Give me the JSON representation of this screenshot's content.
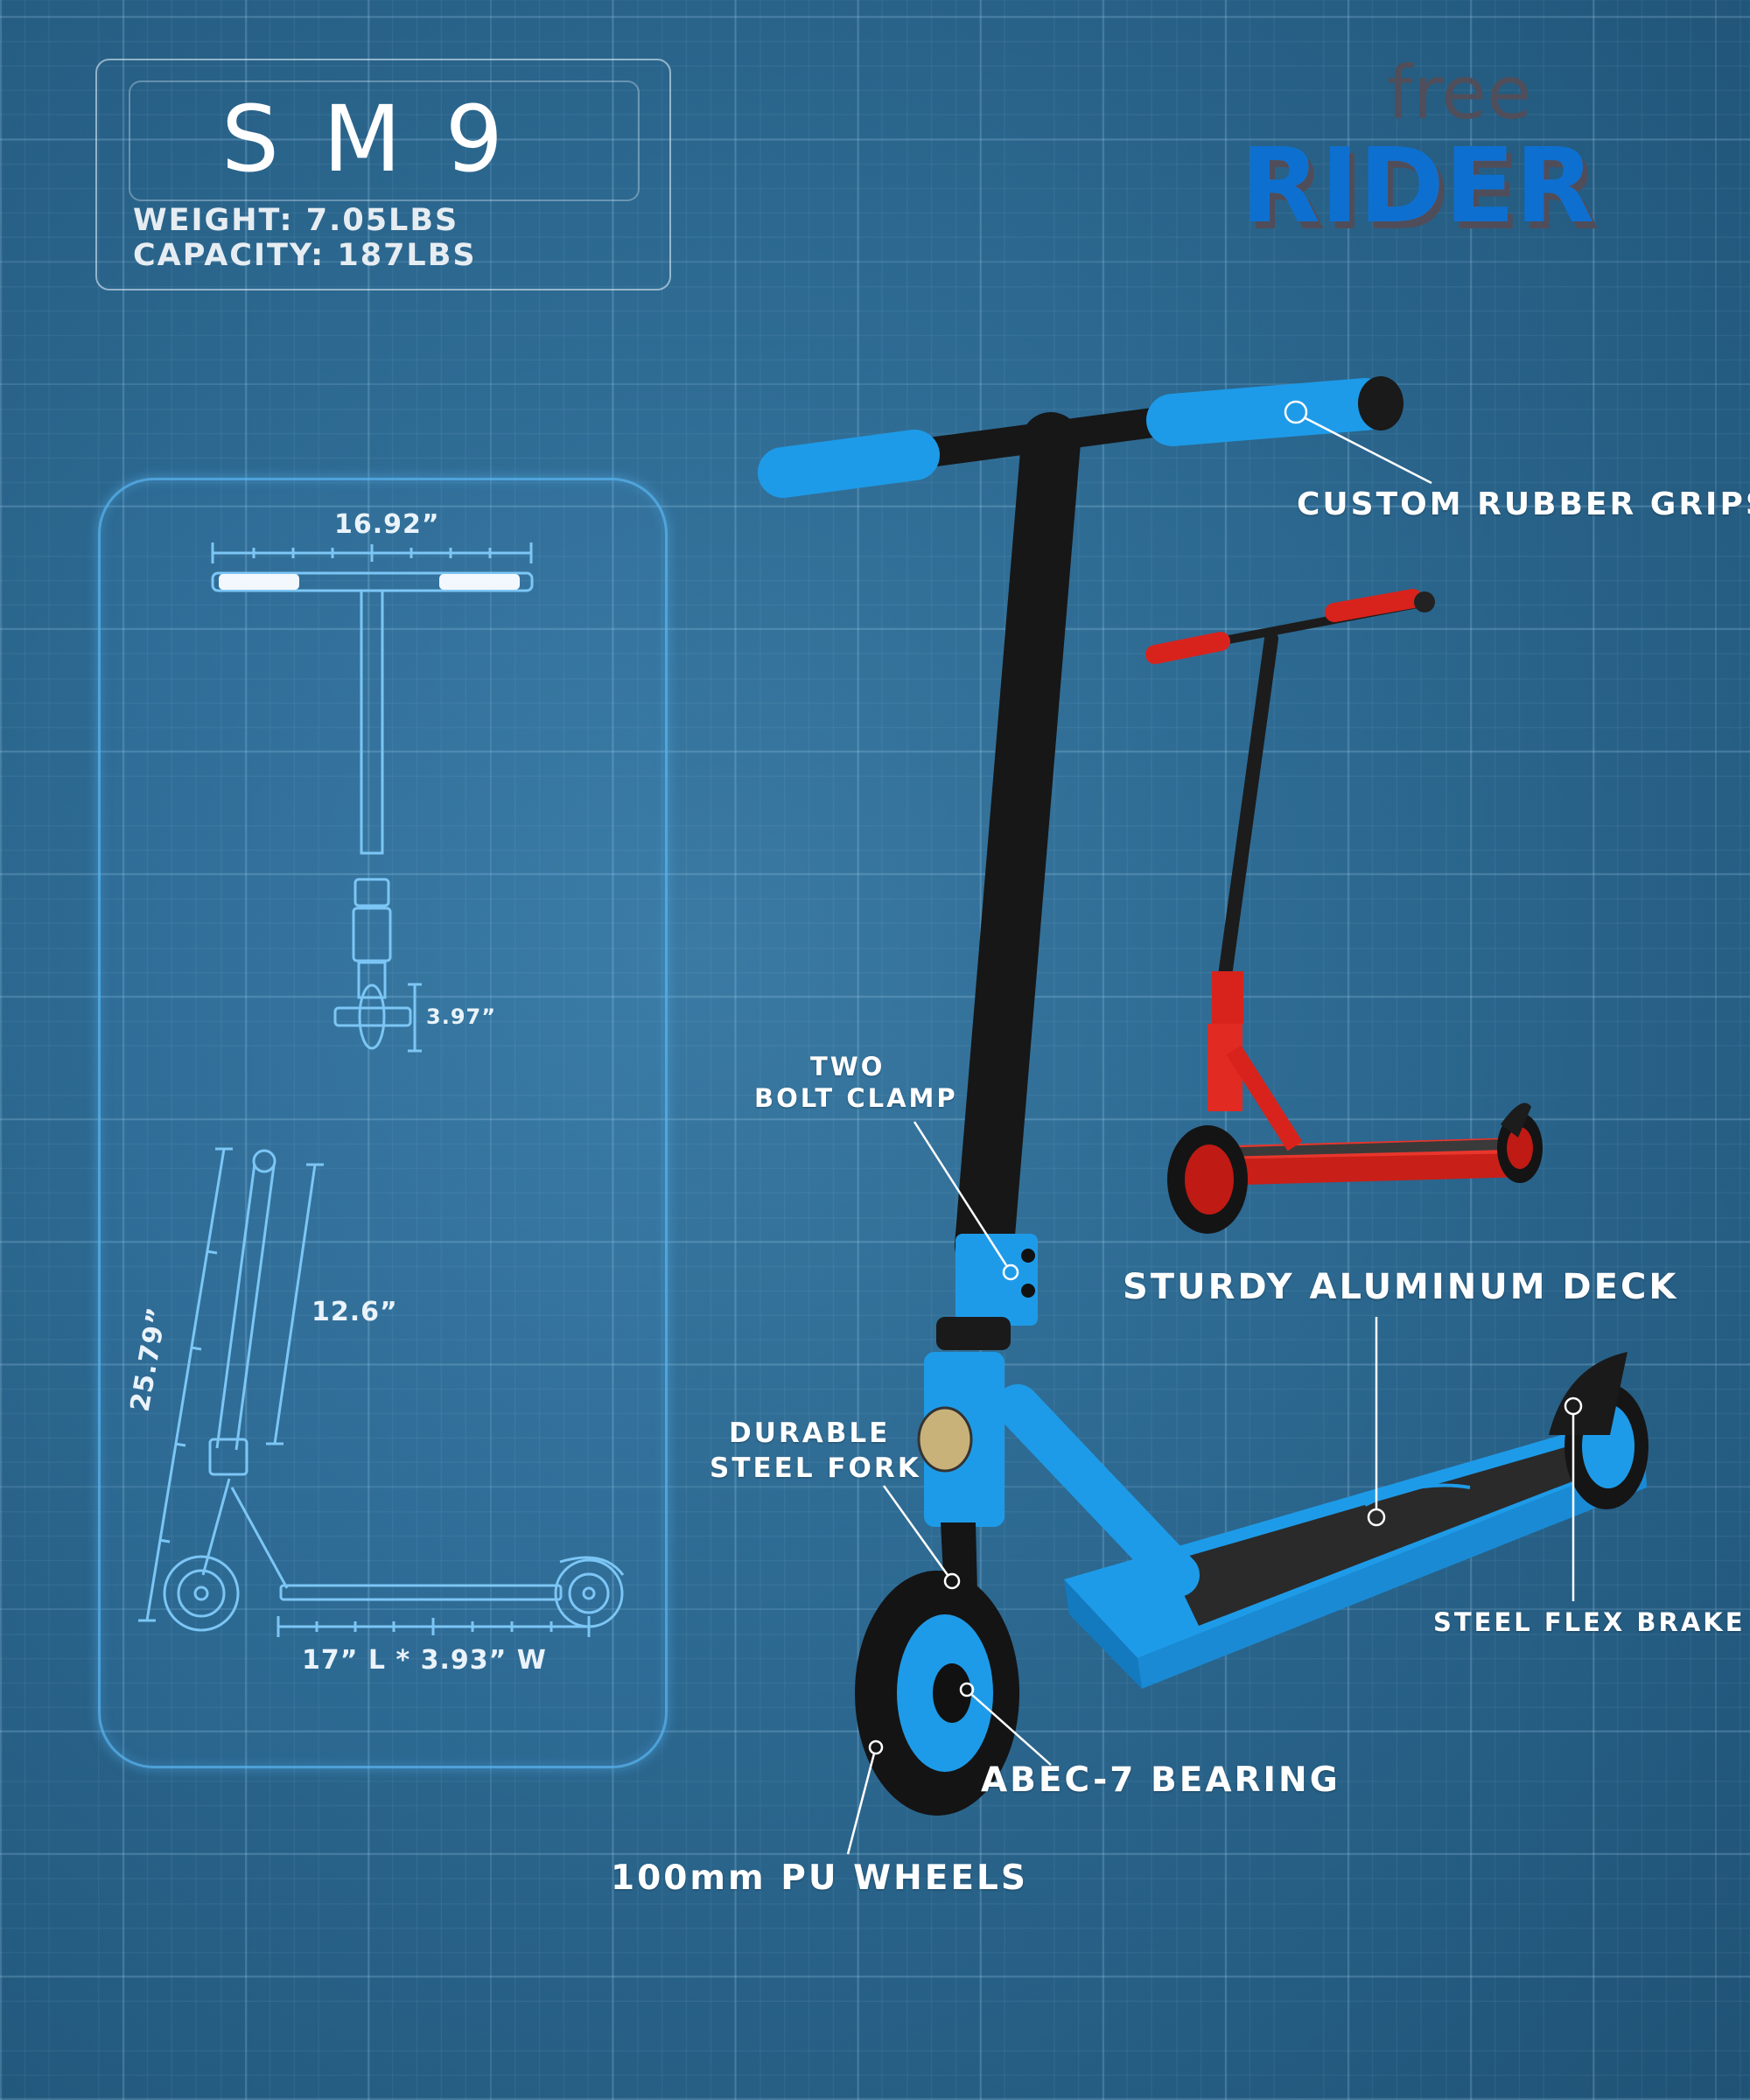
{
  "product": {
    "model": "SM9",
    "weight": "WEIGHT: 7.05LBS",
    "capacity": "CAPACITY: 187LBS"
  },
  "logo": {
    "line1": "free",
    "line2": "RIDER",
    "colors": {
      "primary": "#0a6fd0",
      "shadow": "#4f4e5a"
    }
  },
  "diagram": {
    "handlebar_width": "16.92”",
    "wheel_width": "3.97”",
    "bar_height": "12.6”",
    "total_height": "25.79”",
    "deck_size": "17” L * 3.93” W"
  },
  "callouts": {
    "grips": "CUSTOM RUBBER GRIPS",
    "clamp_line1": "TWO",
    "clamp_line2": "BOLT CLAMP",
    "deck": "STURDY ALUMINUM DECK",
    "fork_line1": "DURABLE",
    "fork_line2": "STEEL FORK",
    "brake": "STEEL FLEX BRAKE",
    "bearing": "ABEC-7 BEARING",
    "wheels": "100mm PU WHEELS"
  },
  "colors": {
    "background": "#2c6890",
    "scooter_main": "#1e9be8",
    "scooter_alt": "#d8231c",
    "blueprint_line": "#5ab4f0"
  }
}
